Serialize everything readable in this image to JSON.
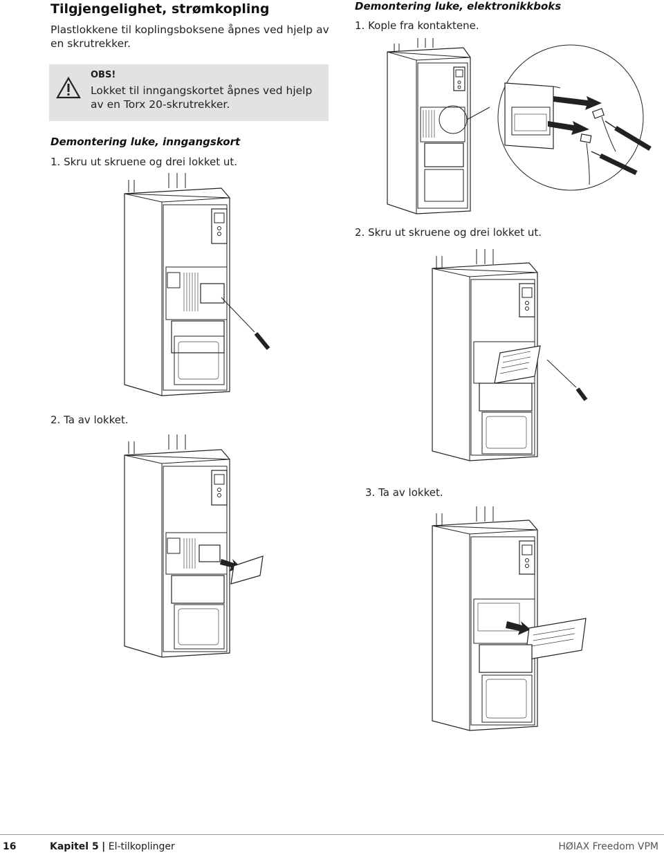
{
  "left": {
    "heading": "Tilgjengelighet, strømkopling",
    "intro": "Plastlokkene til koplingsboksene åpnes ved hjelp av en skrutrekker.",
    "obs": {
      "title": "OBS!",
      "text": "Lokket til inngangskortet åpnes ved hjelp av en Torx 20-skrutrekker."
    },
    "subheading": "Demontering luke, inngangskort",
    "step1": "1.  Skru ut skruene og drei lokket ut.",
    "step2": "2.  Ta av lokket."
  },
  "right": {
    "subheading": "Demontering luke, elektronikkboks",
    "step1": "1.  Kople fra kontaktene.",
    "step2": "2.  Skru ut skruene og drei lokket ut.",
    "step3": "3.  Ta av lokket."
  },
  "icons": {
    "warning": "warning-triangle-icon"
  },
  "footer": {
    "page_number": "16",
    "chapter_label": "Kapitel 5",
    "chapter_title": "El-tilkoplinger",
    "product": "HØIAX Freedom VPM"
  }
}
